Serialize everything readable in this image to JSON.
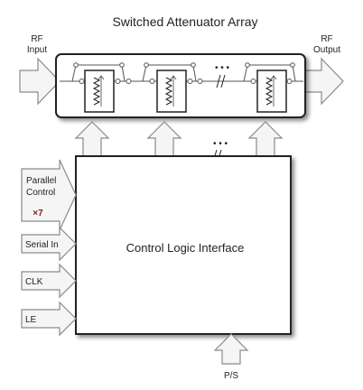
{
  "title": "Switched Attenuator Array",
  "rf_input": {
    "line1": "RF",
    "line2": "Input"
  },
  "rf_output": {
    "line1": "RF",
    "line2": "Output"
  },
  "ellipsis": "• • •",
  "control_block": "Control Logic Interface",
  "inputs": {
    "parallel": {
      "line1": "Parallel",
      "line2": "Control",
      "multiplier": "×7"
    },
    "serial": "Serial In",
    "clk": "CLK",
    "le": "LE"
  },
  "ps_input": "P/S",
  "colors": {
    "multiplier": "#8a1a1a",
    "arrow_fill": "#f5f5f5",
    "arrow_stroke": "#8a8a8a",
    "box_stroke": "#222222"
  }
}
